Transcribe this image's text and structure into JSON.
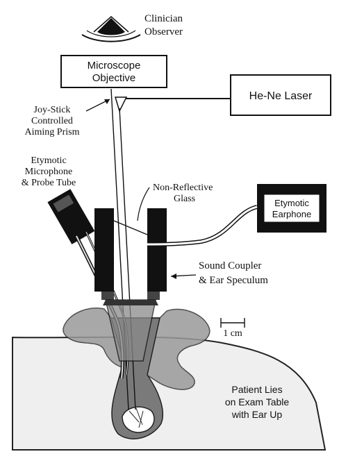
{
  "observer": {
    "line1": "Clinician",
    "line2": "Observer"
  },
  "microscope": {
    "line1": "Microscope",
    "line2": "Objective"
  },
  "laser": {
    "label": "He-Ne Laser"
  },
  "prism": {
    "line1": "Joy-Stick",
    "line2": "Controlled",
    "line3": "Aiming Prism"
  },
  "microphone": {
    "line1": "Etymotic",
    "line2": "Microphone",
    "line3": "& Probe Tube"
  },
  "glass": {
    "line1": "Non-Reflective",
    "line2": "Glass"
  },
  "earphone": {
    "line1": "Etymotic",
    "line2": "Earphone"
  },
  "coupler": {
    "line1": "Sound Coupler",
    "line2": "& Ear Speculum"
  },
  "scale": {
    "label": "1 cm"
  },
  "patient": {
    "line1": "Patient Lies",
    "line2": "on Exam Table",
    "line3": "with Ear Up"
  }
}
